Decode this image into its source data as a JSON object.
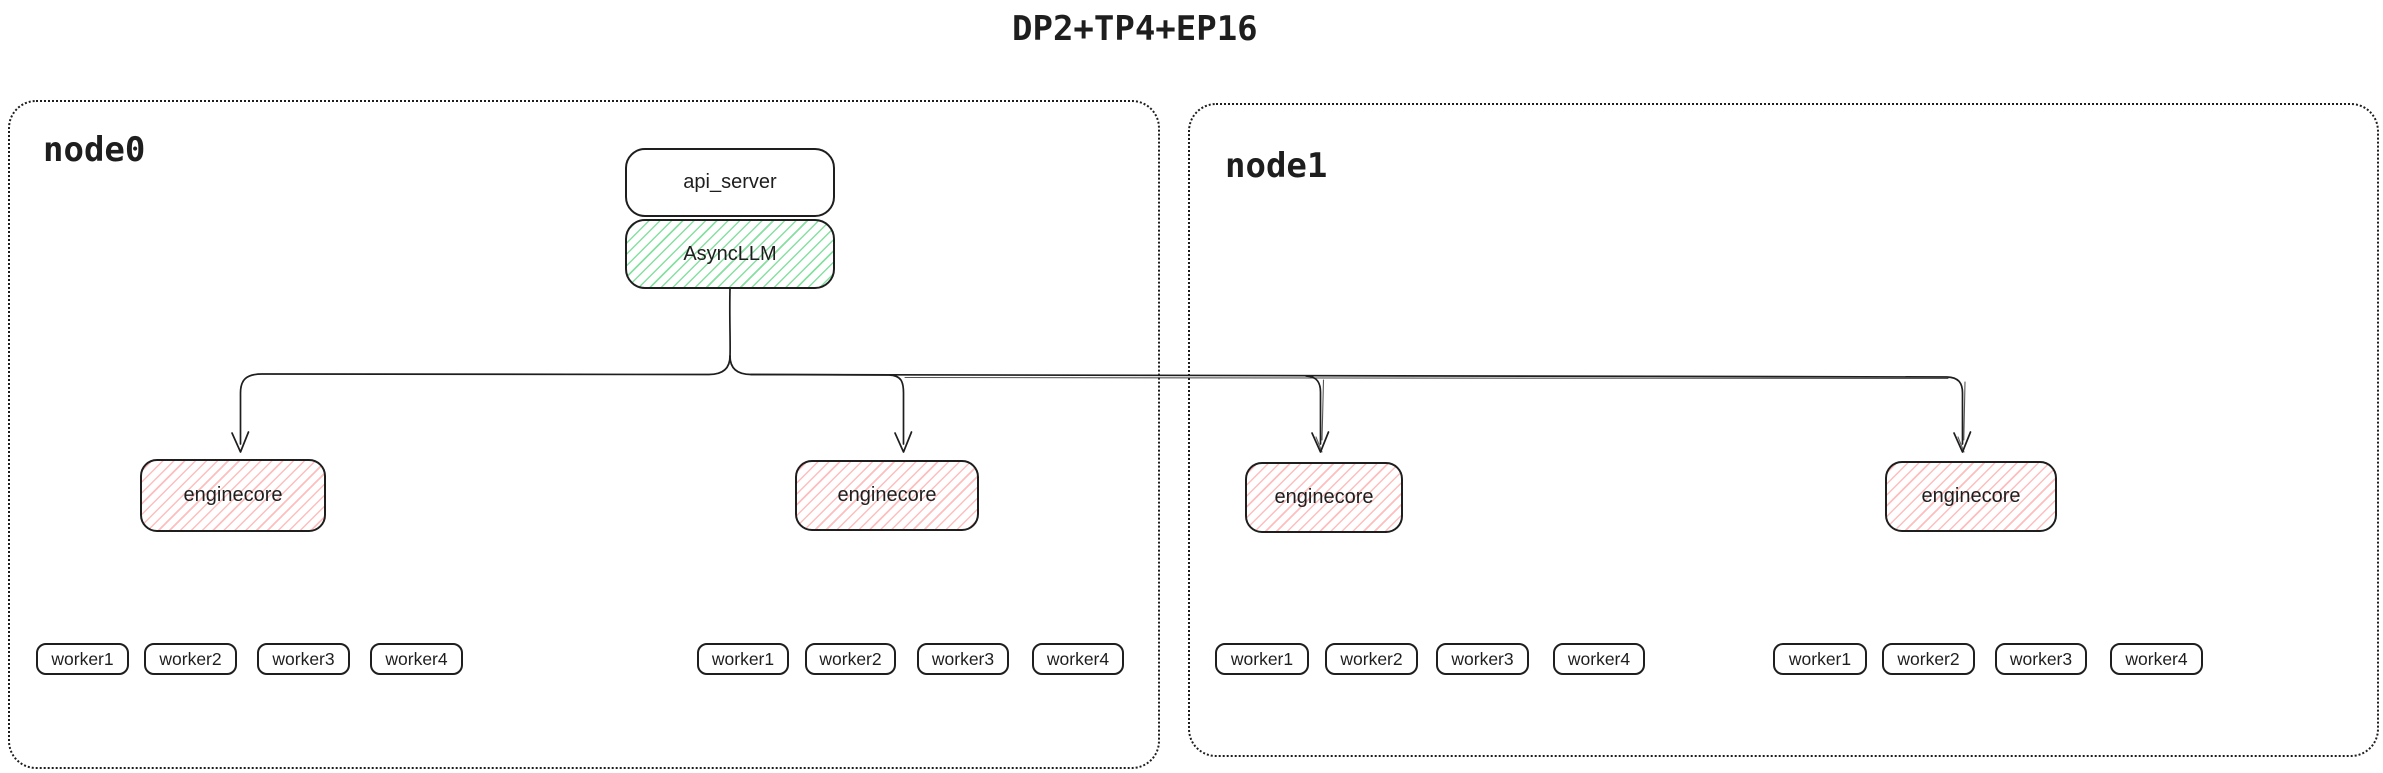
{
  "title": "DP2+TP4+EP16",
  "colors": {
    "stroke": "#1e1e1e",
    "green_hatch": "#86e0a1",
    "red_hatch": "#ffbdbd",
    "background": "#ffffff"
  },
  "nodes": [
    {
      "label": "node0",
      "api_server_label": "api_server",
      "async_llm_label": "AsyncLLM",
      "enginecores": [
        {
          "label": "enginecore",
          "workers": [
            "worker1",
            "worker2",
            "worker3",
            "worker4"
          ]
        },
        {
          "label": "enginecore",
          "workers": [
            "worker1",
            "worker2",
            "worker3",
            "worker4"
          ]
        }
      ]
    },
    {
      "label": "node1",
      "enginecores": [
        {
          "label": "enginecore",
          "workers": [
            "worker1",
            "worker2",
            "worker3",
            "worker4"
          ]
        },
        {
          "label": "enginecore",
          "workers": [
            "worker1",
            "worker2",
            "worker3",
            "worker4"
          ]
        }
      ]
    }
  ]
}
